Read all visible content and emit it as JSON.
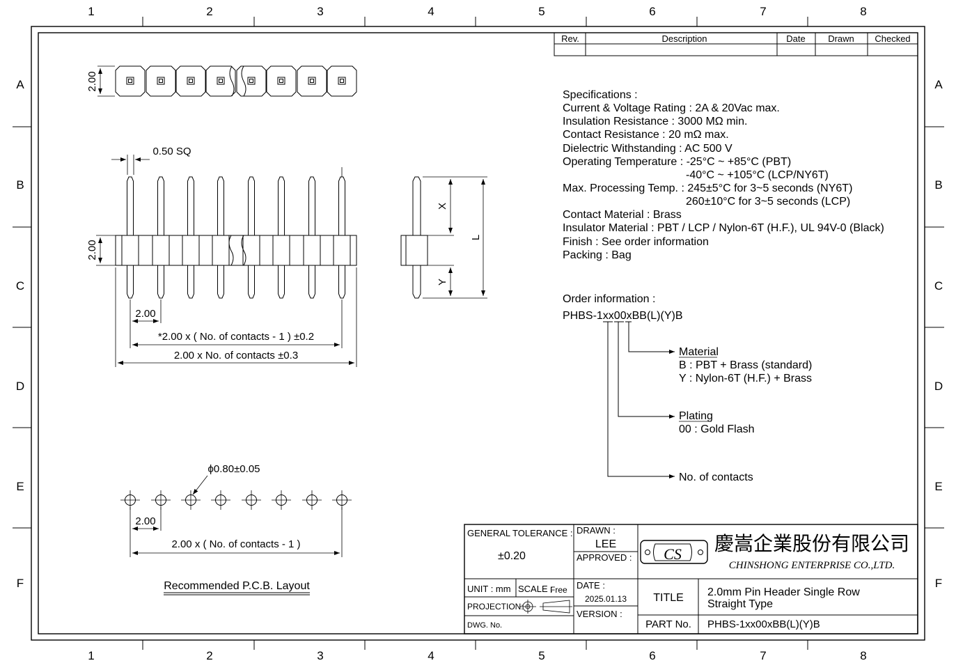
{
  "zones": {
    "columns": [
      "1",
      "2",
      "3",
      "4",
      "5",
      "6",
      "7",
      "8"
    ],
    "rows": [
      "A",
      "B",
      "C",
      "D",
      "E",
      "F"
    ]
  },
  "revision_table": {
    "headers": [
      "Rev.",
      "Description",
      "Date",
      "Drawn",
      "Checked"
    ]
  },
  "dimensions": {
    "pitch_top": "2.00",
    "pin_sq": "0.50 SQ",
    "insulator_height": "2.00",
    "pitch_bottom": "2.00",
    "span_formula": "*2.00 x ( No. of contacts - 1 ) ±0.2",
    "total_length": "2.00 x No. of contacts ±0.3",
    "side_x": "X",
    "side_y": "Y",
    "side_l": "L",
    "hole_dia": "ϕ0.80±0.05",
    "pcb_pitch": "2.00",
    "pcb_span": "2.00 x ( No. of contacts - 1 )",
    "pcb_title": "Recommended P.C.B. Layout"
  },
  "specifications": {
    "heading": "Specifications :",
    "lines": [
      "Current & Voltage Rating : 2A & 20Vac max.",
      "Insulation Resistance : 3000 MΩ min.",
      "Contact Resistance : 20 mΩ max.",
      "Dielectric Withstanding : AC 500 V",
      "Operating Temperature : -25°C ~ +85°C (PBT)",
      "-40°C ~ +105°C (LCP/NY6T)",
      "Max. Processing Temp. : 245±5°C for 3~5 seconds (NY6T)",
      "260±10°C for 3~5 seconds (LCP)",
      "Contact Material : Brass",
      "Insulator Material : PBT / LCP / Nylon-6T (H.F.), UL 94V-0 (Black)",
      "Finish : See order information",
      "Packing : Bag"
    ]
  },
  "order_info": {
    "heading": "Order information :",
    "code": "PHBS-1xx00xBB(L)(Y)B",
    "material_label": "Material",
    "material_b": "B : PBT + Brass (standard)",
    "material_y": "Y : Nylon-6T (H.F.) + Brass",
    "plating_label": "Plating",
    "plating_00": "00 : Gold Flash",
    "contacts_label": "No. of contacts"
  },
  "title_block": {
    "general_tolerance_label": "GENERAL TOLERANCE :",
    "general_tolerance_value": "±0.20",
    "drawn_label": "DRAWN :",
    "drawn_value": "LEE",
    "approved_label": "APPROVED :",
    "company_cn": "慶嵩企業股份有限公司",
    "company_en": "CHINSHONG ENTERPRISE CO.,LTD.",
    "logo_text": "CS",
    "unit_label": "UNIT : mm",
    "scale_label": "SCALE :",
    "scale_value": "Free",
    "projection_label": "PROJECTION:",
    "dwg_label": "DWG. No.",
    "date_label": "DATE :",
    "date_value": "2025.01.13",
    "version_label": "VERSION :",
    "title_label": "TITLE",
    "title_line1": "2.0mm Pin Header Single Row",
    "title_line2": "Straight Type",
    "part_label": "PART No.",
    "part_value": "PHBS-1xx00xBB(L)(Y)B"
  }
}
